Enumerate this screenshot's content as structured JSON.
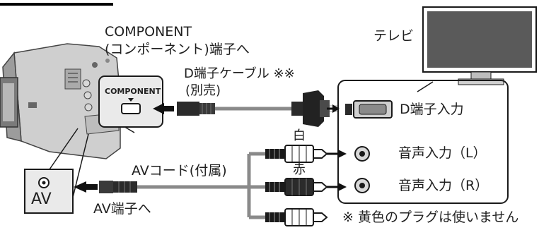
{
  "labels": {
    "component_title": "COMPONENT",
    "component_sub": "(コンポーネント)端子へ",
    "d_cable": "D端子ケーブル ※※",
    "d_cable_note": "(別売)",
    "tv": "テレビ",
    "component_port": "COMPONENT",
    "d_input": "D端子入力",
    "white": "白",
    "red": "赤",
    "audio_l": "音声入力（L）",
    "audio_r": "音声入力（R）",
    "av_cord": "AVコード(付属)",
    "av_port": "AV",
    "av_to": "AV端子へ",
    "yellow_note": "※ 黄色のプラグは使いません"
  },
  "colors": {
    "line": "#1a1a1a",
    "callout_fill": "#eaeaea",
    "cable": "#8a8a8a",
    "screen": "#5a5a5a",
    "arrow": "#111111"
  },
  "icons": {
    "camcorder": "camcorder-icon",
    "tv": "tv-icon",
    "d_plug": "d-terminal-plug-icon",
    "rca": "rca-plug-icon",
    "minijack": "mini-plug-icon",
    "rca_jack": "rca-jack-icon",
    "d_jack": "d-terminal-jack-icon"
  }
}
